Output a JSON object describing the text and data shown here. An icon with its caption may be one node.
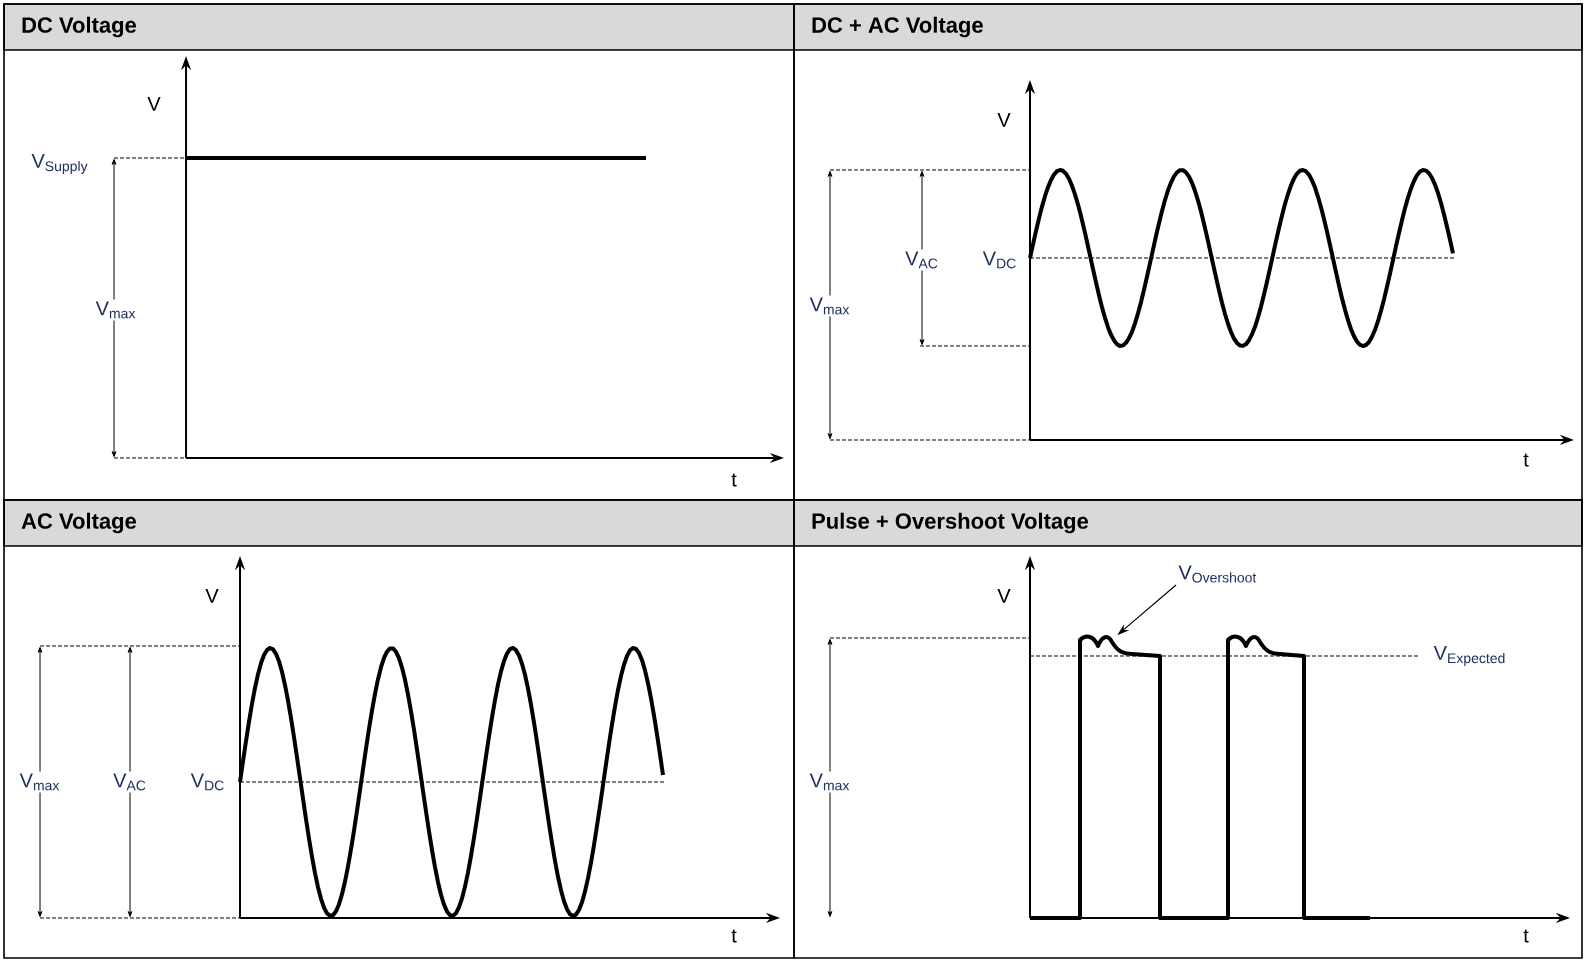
{
  "diagram": {
    "nodes": [
      {
        "text": [
          "DC Voltage"
        ]
      },
      {
        "text": [
          "DC + AC Voltage"
        ]
      },
      {
        "text": [
          "AC Voltage"
        ]
      },
      {
        "text": [
          "Pulse + Overshoot Voltage"
        ]
      },
      {
        "text": [
          "\\text{V}_{\\text{Overshoot}}"
        ],
        "in": 3
      },
      {
        "text": [],
        "shape": "waveform",
        "in": 3
      }
    ],
    "edges": [
      {
        "from": 4,
        "to": 5,
        "arrow": "to"
      }
    ],
    "labels": [
      "V",
      "V$_{Supply}$",
      "V$_{max}$",
      "t",
      "V",
      "V$_{AC}$",
      "V$_{DC}$",
      "V$_{max}$",
      "t",
      "V",
      "V$_{max}$",
      "V$_{AC}$",
      "V$_{DC}$",
      "t",
      "V",
      "V$_{Expected}$",
      "V$_{max}$",
      "t"
    ]
  }
}
